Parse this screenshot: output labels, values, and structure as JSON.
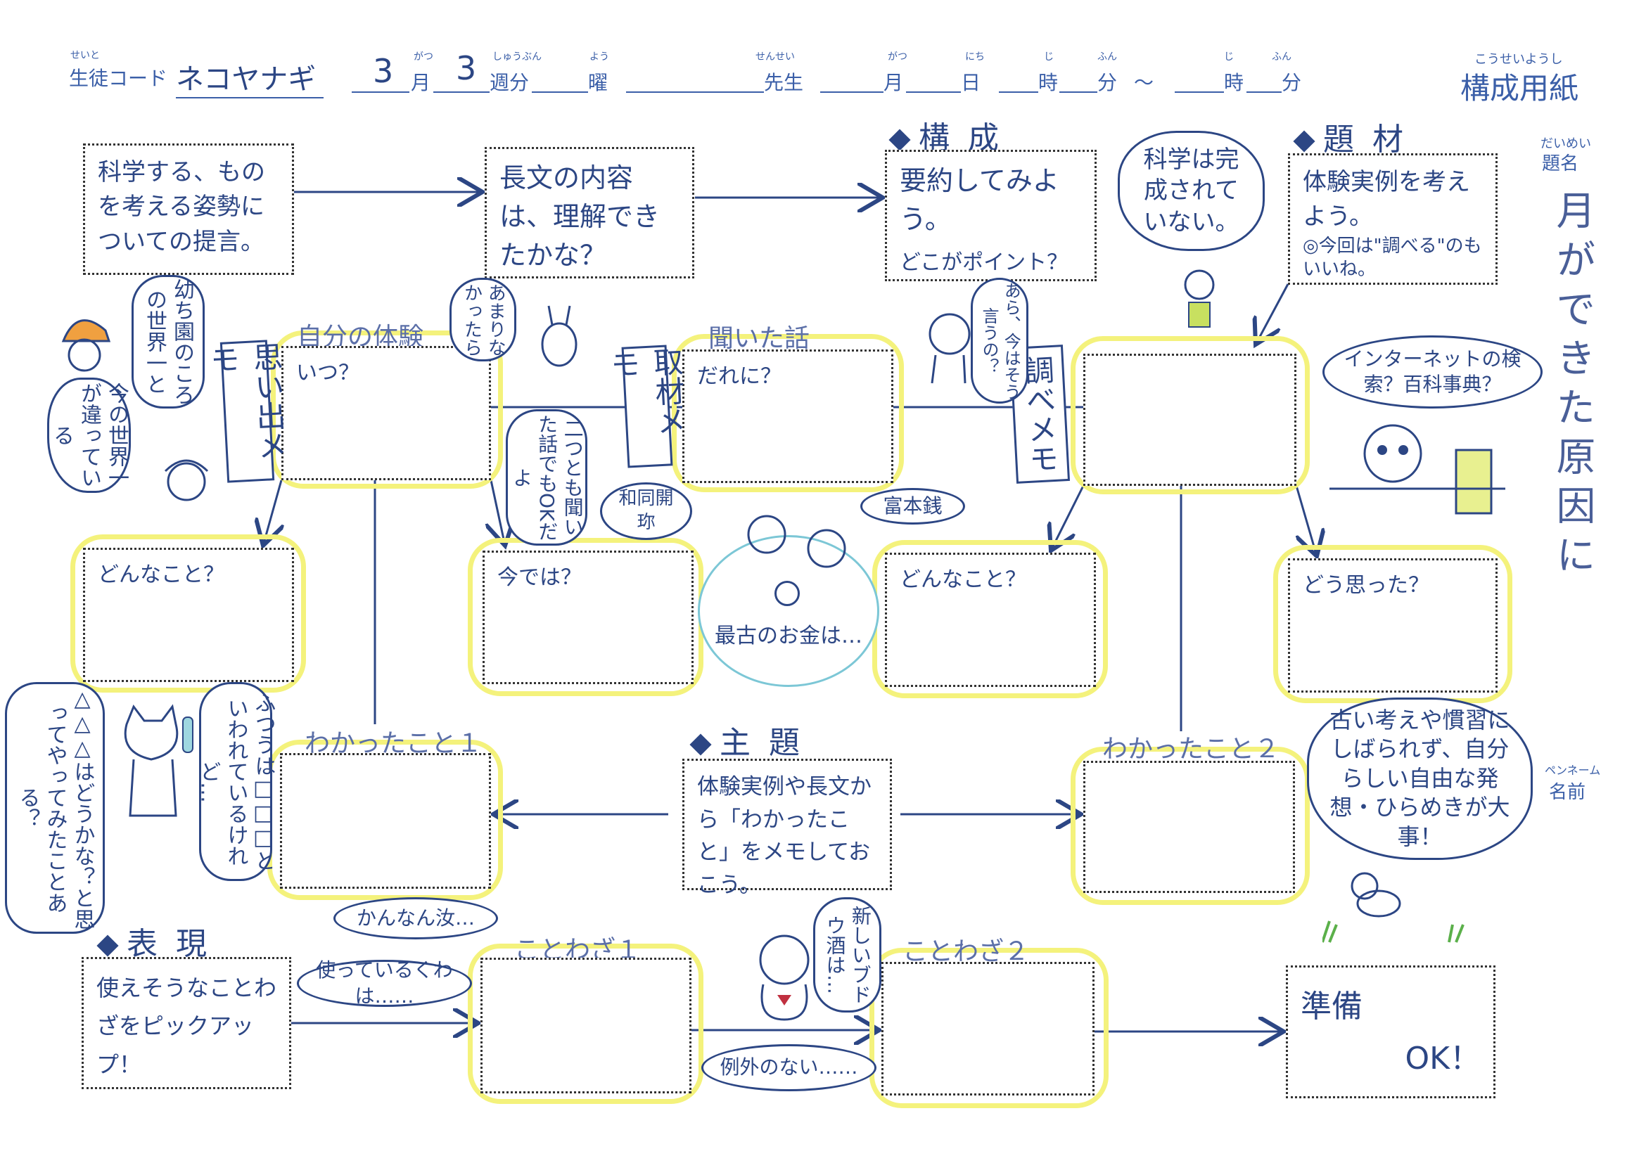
{
  "header": {
    "student_code_ruby": "せいと",
    "student_code_label": "生徒コード",
    "student_code_value": "ネコヤナギ",
    "month_value": "3",
    "month_ruby": "がつ",
    "month_label": "月",
    "week_value": "3",
    "week_ruby": "しゅうぶん",
    "week_label": "週分",
    "weekday_ruby": "よう",
    "weekday_label": "曜",
    "teacher_ruby": "せんせい",
    "teacher_label": "先生",
    "date_month_ruby": "がつ",
    "date_month_label": "月",
    "date_day_ruby": "にち",
    "date_day_label": "日",
    "start_hour_ruby": "じ",
    "start_hour_label": "時",
    "start_min_ruby": "ふん",
    "start_min_label": "分",
    "tilde": "～",
    "end_hour_ruby": "じ",
    "end_hour_label": "時",
    "end_min_ruby": "ふん",
    "end_min_label": "分",
    "sheet_title_ruby": "こうせいようし",
    "sheet_title": "構成用紙"
  },
  "side": {
    "title_ruby": "だいめい",
    "title_label": "題名",
    "title_value": "月ができた原因に",
    "penname_ruby": "ペンネーム",
    "penname_label": "名前"
  },
  "sections": {
    "composition": "構成",
    "material": "題材",
    "theme": "主題",
    "expression": "表現"
  },
  "boxes": {
    "proposal": "科学する、ものを考える姿勢についての提言。",
    "understood": "長文の内容は、理解できたかな？",
    "summary_1": "要約してみよう。",
    "summary_2": "どこがポイント？",
    "example_1": "体験実例を考えよう。",
    "example_2": "◎今回は\"調べる\"のもいいね。",
    "own_when": "いつ？",
    "heard_whom": "だれに？",
    "own_what": "どんなこと？",
    "heard_now": "今では？",
    "research_what": "どんなこと？",
    "research_thought": "どう思った？",
    "theme_text": "体験実例や長文から「わかったこと」をメモしておこう。",
    "expression_text": "使えそうなことわざをピックアップ！",
    "ready_1": "準備",
    "ready_2": "OK！"
  },
  "labels": {
    "own_experience": "自分の体験",
    "heard_story": "聞いた話",
    "learned_1": "わかったこと１",
    "learned_2": "わかったこと２",
    "proverb_1": "ことわざ１",
    "proverb_2": "ことわざ２"
  },
  "tags": {
    "memory_memo": "思い出メモ",
    "interview_memo": "取材メモ",
    "research_memo": "調べメモ"
  },
  "bubbles": {
    "kindergarten": "幼ち園のころの世界一と",
    "now_world": "今の世界一が違っている",
    "not_much": "あまりなかったら",
    "both_ok": "二つとも聞いた話でもOKだよ",
    "wadokaichin": "和同開珎",
    "fuhonsen": "富本銭",
    "oldest_money": "最古のお金は…",
    "oh_now": "あら、今はそう言うの？",
    "science": "科学は完成されていない。",
    "internet": "インターネットの検索？百科事典？",
    "usually": "ふつうは□□□といわれているけれど…",
    "how_about": "△△△はどうかな？と思ってやってみたことある？",
    "old_ideas": "古い考えや慣習にしばられず、自分らしい自由な発想・ひらめきが大事！",
    "kannan": "かんなん汝…",
    "used_hoe": "使っているくわは……",
    "new_wine": "新しいブドウ酒は…",
    "no_exception": "例外のない……"
  },
  "colors": {
    "ink": "#2c4684",
    "highlight": "#f4f27c"
  }
}
